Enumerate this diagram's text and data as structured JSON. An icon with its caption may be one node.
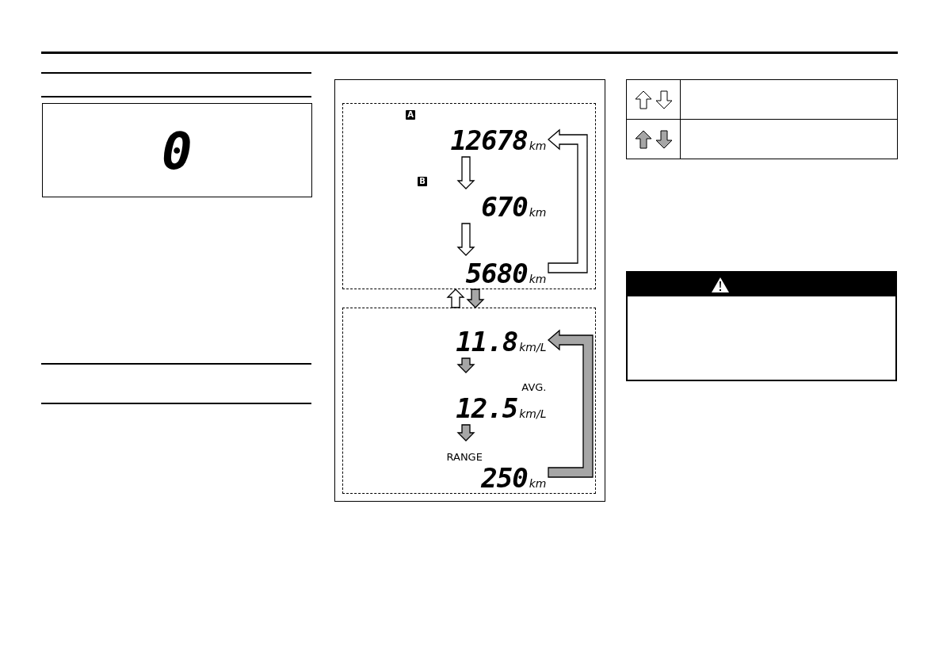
{
  "diagram": {
    "nodes": [
      {
        "text": [],
        "shape": "box"
      },
      {
        "text": [
          "12678",
          "km"
        ],
        "in": 0
      },
      {
        "text": [
          "670",
          "km"
        ],
        "in": 0
      },
      {
        "text": [
          "5680",
          "km"
        ],
        "in": 0
      },
      {
        "text": [],
        "shape": "box"
      },
      {
        "text": [
          "11.8",
          "km/L"
        ],
        "in": 4
      },
      {
        "text": [
          "AVG.",
          "12.5",
          "km/L"
        ],
        "in": 4
      },
      {
        "text": [
          "RANGE",
          "250",
          "km"
        ],
        "in": 4
      }
    ],
    "edges": [
      {
        "from": 1,
        "to": 2,
        "arrow": "to",
        "style": "thick",
        "color": "#ffffff"
      },
      {
        "from": 2,
        "to": 3,
        "arrow": "to",
        "style": "thick",
        "color": "#ffffff"
      },
      {
        "from": 3,
        "to": 1,
        "arrow": "to",
        "style": "thick",
        "color": "#ffffff"
      },
      {
        "from": 4,
        "to": 0,
        "arrow": "to",
        "style": "thick",
        "color": "#ffffff"
      },
      {
        "from": 0,
        "to": 4,
        "arrow": "to",
        "style": "thick",
        "color": "#a6a6a6"
      },
      {
        "from": 5,
        "to": 6,
        "arrow": "to",
        "style": "thick",
        "color": "#a6a6a6"
      },
      {
        "from": 6,
        "to": 7,
        "arrow": "to",
        "style": "thick",
        "color": "#a6a6a6"
      },
      {
        "from": 7,
        "to": 5,
        "arrow": "to",
        "style": "thick",
        "color": "#a6a6a6"
      }
    ],
    "labels": [
      "A",
      "B",
      "0"
    ]
  }
}
